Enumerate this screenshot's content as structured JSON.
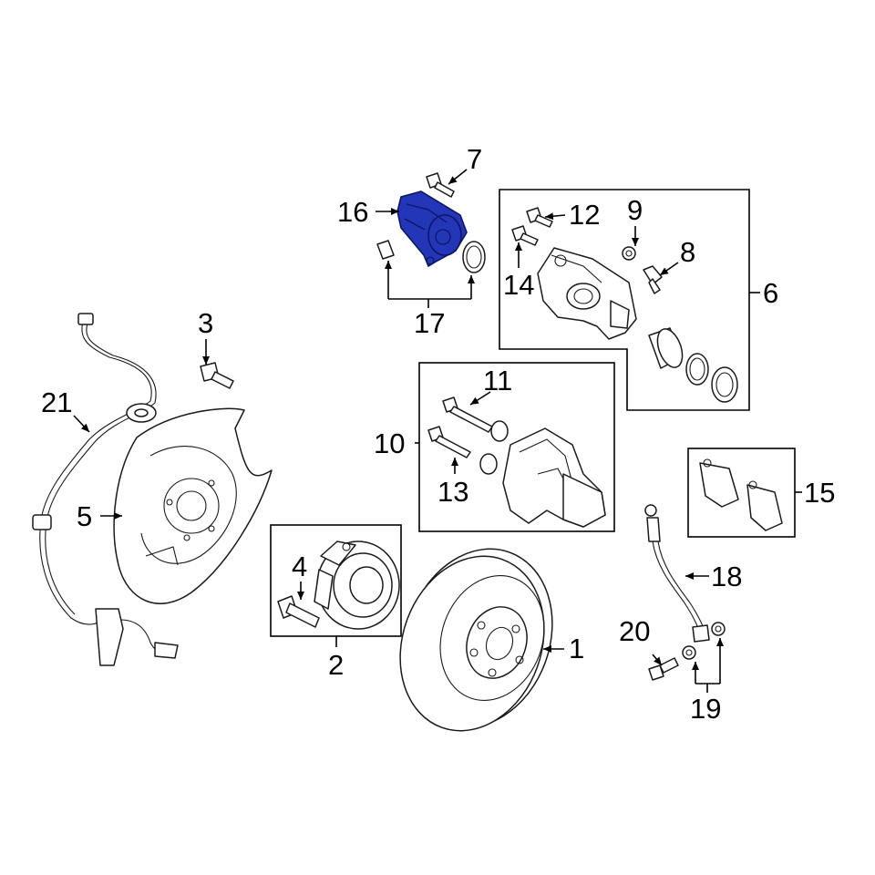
{
  "diagram": {
    "highlight_color": "#2436b8",
    "callouts": {
      "c1": "1",
      "c2": "2",
      "c3": "3",
      "c4": "4",
      "c5": "5",
      "c6": "6",
      "c7": "7",
      "c8": "8",
      "c9": "9",
      "c10": "10",
      "c11": "11",
      "c12": "12",
      "c13": "13",
      "c14": "14",
      "c15": "15",
      "c16": "16",
      "c17": "17",
      "c18": "18",
      "c19": "19",
      "c20": "20",
      "c21": "21"
    }
  }
}
